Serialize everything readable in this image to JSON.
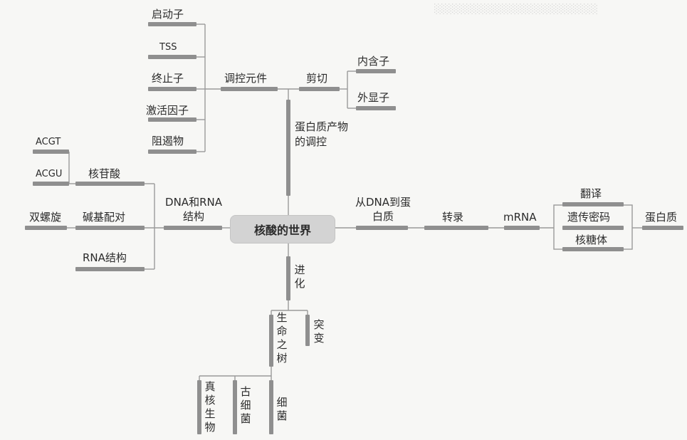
{
  "center": "核酸的世界",
  "regulation": {
    "items": [
      "启动子",
      "TSS",
      "终止子",
      "激活因子",
      "阻遏物"
    ],
    "branch": "调控元件",
    "splicing": "剪切",
    "intron": "内含子",
    "exon": "外显子",
    "protein_regulation": "蛋白质产物的调控"
  },
  "structure": {
    "acgt": "ACGT",
    "acgu": "ACGU",
    "nucleotide": "核苷酸",
    "double_helix": "双螺旋",
    "base_pairing": "碱基配对",
    "rna_structure": "RNA结构",
    "dna_rna_structure": "DNA和RNA结构"
  },
  "expression": {
    "dna_to_protein": "从DNA到蛋白质",
    "transcription": "转录",
    "mrna": "mRNA",
    "translation": "翻译",
    "genetic_code": "遗传密码",
    "ribosome": "核糖体",
    "protein": "蛋白质"
  },
  "evolution": {
    "label": "进化",
    "tree_of_life": "生命之树",
    "mutation": "突变",
    "eukaryotes": "真核生物",
    "archaea": "古细菌",
    "bacteria": "细菌"
  },
  "colors": {
    "bar": "#8f8f8f",
    "line": "#9a9a9a",
    "center_fill": "#d3d3d3"
  }
}
